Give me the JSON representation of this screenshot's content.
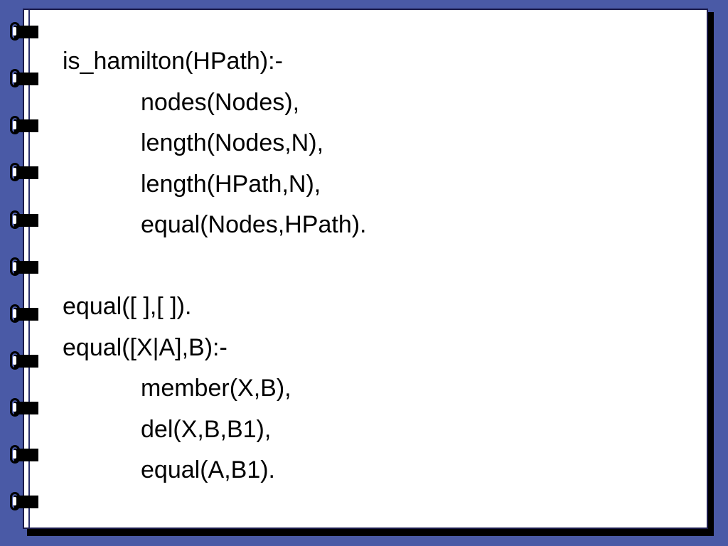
{
  "slide": {
    "lines": [
      {
        "text": "is_hamilton(HPath):-",
        "indent": false
      },
      {
        "text": "nodes(Nodes),",
        "indent": true
      },
      {
        "text": "length(Nodes,N),",
        "indent": true
      },
      {
        "text": "length(HPath,N),",
        "indent": true
      },
      {
        "text": "equal(Nodes,HPath).",
        "indent": true
      },
      {
        "text": "",
        "indent": false
      },
      {
        "text": "equal([ ],[ ]).",
        "indent": false
      },
      {
        "text": "equal([X|A],B):-",
        "indent": false
      },
      {
        "text": "member(X,B),",
        "indent": true
      },
      {
        "text": "del(X,B,B1),",
        "indent": true
      },
      {
        "text": "equal(A,B1).",
        "indent": true
      }
    ]
  },
  "colors": {
    "background": "#4a5aa6",
    "page": "#ffffff",
    "rings": "#000000"
  },
  "icons": {
    "binder_ring": "binder-ring-icon"
  }
}
